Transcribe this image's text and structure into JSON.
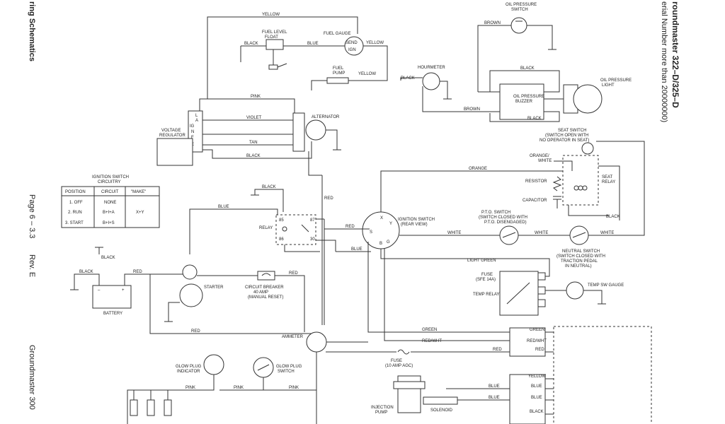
{
  "header": {
    "left_title": "ring Schematics",
    "page": "Page 6 – 3.3",
    "rev": "Rev. E",
    "footer_left": "Groundmaster 300",
    "right_title": "roundmaster 322–D/325–D",
    "right_subtitle": "erial Number more than 20000000)"
  },
  "wire_colors": {
    "yellow": "YELLOW",
    "blue": "BLUE",
    "black": "BLACK",
    "pink": "PINK",
    "violet": "VIOLET",
    "tan": "TAN",
    "red": "RED",
    "brown": "BROWN",
    "orange": "ORANGE",
    "white": "WHITE",
    "light_green": "LIGHT GREEN",
    "green": "GREEN",
    "red_wht": "RED/WHT"
  },
  "components": {
    "fuel_level_float": [
      "FUEL LEVEL",
      "FLOAT"
    ],
    "fuel_gauge": "FUEL GAUGE",
    "send": "SEND",
    "ign": "IGN",
    "fuel_pump": [
      "FUEL",
      "PUMP"
    ],
    "hourmeter": "HOURMETER",
    "oil_pressure_switch": [
      "OIL PRESSURE",
      "SWITCH"
    ],
    "oil_pressure_buzzer": [
      "OIL PRESSURE",
      "BUZZER"
    ],
    "oil_pressure_light": [
      "OIL PRESSURE",
      "LIGHT"
    ],
    "voltage_regulator": [
      "VOLTAGE",
      "REGULATOR"
    ],
    "alternator": "ALTERNATOR",
    "reg_terminals": [
      "L",
      "A",
      "IG",
      "N",
      "F",
      "E"
    ],
    "seat_switch": [
      "SEAT SWITCH",
      "(SWITCH OPEN WITH",
      "NO OPERATOR IN SEAT)"
    ],
    "orange_white": [
      "ORANGE/",
      "WHITE"
    ],
    "seat_relay": [
      "SEAT",
      "RELAY"
    ],
    "resistor": "RESISTOR",
    "capacitor": "CAPACITOR",
    "ignition_switch": [
      "IGNITION SWITCH",
      "(REAR VIEW)"
    ],
    "ign_terminals": [
      "X",
      "Y",
      "S",
      "B",
      "G"
    ],
    "pto_switch": [
      "P.T.O. SWITCH",
      "(SWITCH CLOSED WITH",
      "P.T.O. DISENGAGED)"
    ],
    "neutral_switch": [
      "NEUTRAL SWITCH",
      "(SWITCH CLOSED WITH",
      "TRACTION PEDAL",
      "IN NEUTRAL)"
    ],
    "relay": "RELAY",
    "relay_pins": [
      "85",
      "86",
      "87",
      "30"
    ],
    "battery": "BATTERY",
    "battery_signs": [
      "–",
      "+"
    ],
    "starter": "STARTER",
    "circuit_breaker": [
      "CIRCUIT BREAKER",
      "40 AMP",
      "(MANUAL RESET)"
    ],
    "fuse_sfe": [
      "FUSE",
      "(SFE 14A)"
    ],
    "temp_relay": "TEMP RELAY",
    "temp_sw_gauge": "TEMP SW GAUGE",
    "ammeter": "AMMETER",
    "fuse_agc": [
      "FUSE",
      "(10 AMP AGC)"
    ],
    "glow_plug_indicator": [
      "GLOW PLUG",
      "INDICATOR"
    ],
    "glow_plug_switch": [
      "GLOW PLUG",
      "SWITCH"
    ],
    "injection_pump": [
      "INJECTION",
      "PUMP"
    ],
    "solenoid": "SOLENOID"
  },
  "ignition_table": {
    "title": [
      "IGNITION SWITCH",
      "CIRCUITRY"
    ],
    "headers": [
      "POSITION",
      "CIRCUIT",
      "\"MAKE\""
    ],
    "rows": [
      [
        "1. OFF",
        "NONE",
        ""
      ],
      [
        "2. RUN",
        "B+I+A",
        "X+Y"
      ],
      [
        "3. START",
        "B+I+S",
        ""
      ]
    ]
  }
}
